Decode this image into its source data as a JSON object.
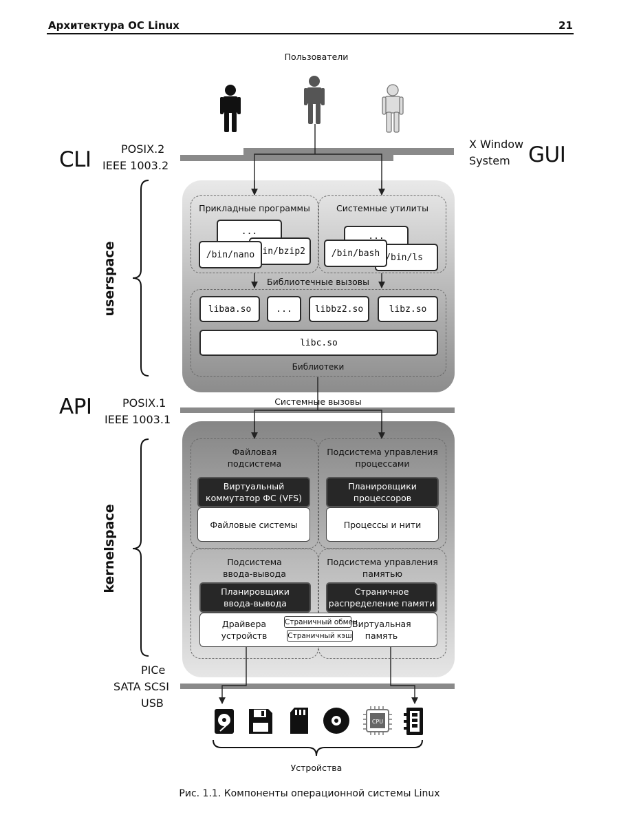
{
  "header": {
    "title": "Архитектура ОС Linux",
    "page_number": "21"
  },
  "users": {
    "label": "Пользователи",
    "icons": [
      "user-icon-black",
      "user-icon-gray",
      "user-icon-light"
    ]
  },
  "interfaces": {
    "cli": "CLI",
    "cli_standard_1": "POSIX.2",
    "cli_standard_2": "IEEE 1003.2",
    "gui": "GUI",
    "gui_system_1": "X Window",
    "gui_system_2": "System",
    "api": "API",
    "api_standard_1": "POSIX.1",
    "api_standard_2": "IEEE 1003.1",
    "bus_1": "PICe",
    "bus_2": "SATA SCSI",
    "bus_3": "USB"
  },
  "userspace": {
    "label": "userspace",
    "apps": {
      "title": "Прикладные программы",
      "back": "...",
      "middle": "/bin/bzip2",
      "front": "/bin/nano"
    },
    "utils": {
      "title": "Системные утилиты",
      "back": "...",
      "middle": "/bin/ls",
      "front": "/bin/bash"
    },
    "library_calls": "Библиотечные вызовы",
    "libs": [
      "libaa.so",
      "...",
      "libbz2.so",
      "libz.so"
    ],
    "libc": "libc.so",
    "libraries_label": "Библиотеки"
  },
  "system_calls": "Системные вызовы",
  "kernelspace": {
    "label": "kernelspace",
    "fs": {
      "title_1": "Файловая",
      "title_2": "подсистема",
      "vfs_1": "Виртуальный",
      "vfs_2": "коммутатор ФС (VFS)",
      "filesystems": "Файловые системы"
    },
    "proc": {
      "title_1": "Подсистема управления",
      "title_2": "процессами",
      "sched_1": "Планировщики",
      "sched_2": "процессоров",
      "threads": "Процессы и нити"
    },
    "io": {
      "title_1": "Подсистема",
      "title_2": "ввода-вывода",
      "sched_1": "Планировщики",
      "sched_2": "ввода-вывода",
      "drivers_1": "Драйвера",
      "drivers_2": "устройств"
    },
    "mem": {
      "title_1": "Подсистема управления",
      "title_2": "памятью",
      "paging_1": "Страничное",
      "paging_2": "распределение памяти",
      "virtual_1": "Виртуальная",
      "virtual_2": "память"
    },
    "swap": "Страничный обмен",
    "page_cache": "Страничный кэш"
  },
  "devices": {
    "label": "Устройства",
    "icons": [
      "hard-disk-icon",
      "floppy-disk-icon",
      "memory-card-icon",
      "optical-disc-icon",
      "cpu-icon",
      "ram-module-icon"
    ],
    "cpu_text": "CPU"
  },
  "caption": "Рис. 1.1. Компоненты операционной системы Linux",
  "colors": {
    "bar": "#8a8a8a",
    "dark_box": "#272727",
    "text": "#111111"
  }
}
